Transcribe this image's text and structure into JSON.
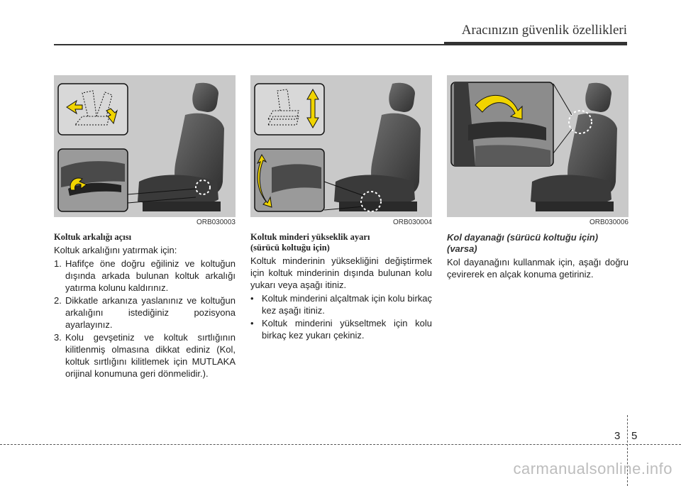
{
  "header": {
    "title": "Aracınızın güvenlik özellikleri"
  },
  "columns": [
    {
      "figure_code": "ORB030003",
      "title": "Koltuk arkalığı açısı",
      "intro": "Koltuk arkalığını yatırmak için:",
      "steps": [
        {
          "num": "1.",
          "text": "Hafifçe öne doğru eğiliniz ve koltuğun dışında arkada bulunan koltuk arkalığı yatırma kolunu kaldırınız."
        },
        {
          "num": "2.",
          "text": "Dikkatle arkanıza yaslanınız ve koltuğun arkalığını istediğiniz pozisyona ayarlayınız."
        },
        {
          "num": "3.",
          "text": "Kolu gevşetiniz ve koltuk sırtlığının kilitlenmiş olmasına dikkat ediniz (Kol, koltuk sırtlığını kilitlemek için MUTLAKA orijinal konumuna geri dönmelidir.)."
        }
      ]
    },
    {
      "figure_code": "ORB030004",
      "title_line1": "Koltuk minderi yükseklik ayarı",
      "title_line2": "(sürücü koltuğu için)",
      "intro": "Koltuk minderinin yüksekliğini değiştirmek için koltuk minderinin dışında bulunan kolu yukarı veya aşağı itiniz.",
      "bullets": [
        {
          "bullet": "•",
          "text": "Koltuk minderini alçaltmak için kolu birkaç kez aşağı itiniz."
        },
        {
          "bullet": "•",
          "text": "Koltuk minderini yükseltmek için kolu birkaç kez yukarı çekiniz."
        }
      ]
    },
    {
      "figure_code": "ORB030006",
      "title_line1": "Kol dayanağı (sürücü koltuğu için)",
      "title_line2": "(varsa)",
      "intro": "Kol dayanağını kullanmak için, aşağı doğru çevirerek en alçak konuma getiriniz."
    }
  ],
  "footer": {
    "chapter": "3",
    "page": "5",
    "watermark": "carmanualsonline.info"
  },
  "colors": {
    "arrow_yellow": "#f0d400",
    "figure_bg": "#c9c9c9",
    "seat_dark": "#4a4a4a"
  }
}
